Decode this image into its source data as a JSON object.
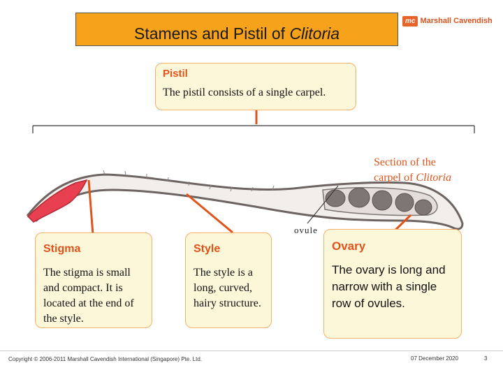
{
  "header": {
    "title_prefix": "Stamens and Pistil of ",
    "title_italic": "Clitoria",
    "logo_mark": "mc",
    "logo_text": "Marshall Cavendish"
  },
  "pistil": {
    "heading": "Pistil",
    "description": "The pistil consists of a single carpel."
  },
  "section_label": {
    "line1": "Section of the",
    "line2_prefix": "carpel of ",
    "line2_italic": "Clitoria"
  },
  "ovule_label": "ovule",
  "stigma": {
    "heading": "Stigma",
    "description": "The stigma is small and compact. It is located at the end of the style."
  },
  "style": {
    "heading": "Style",
    "description": "The style is a long, curved, hairy structure."
  },
  "ovary": {
    "heading": "Ovary",
    "description": "The ovary is long and narrow with a single row of ovules."
  },
  "footer": {
    "copyright": "Copyright © 2006-2011 Marshall Cavendish International (Singapore) Pte. Ltd.",
    "date": "07 December 2020",
    "page": "3"
  },
  "colors": {
    "title_bg": "#f7a21b",
    "accent": "#e0531a",
    "box_bg": "#fdf7da",
    "box_border": "#f4b16a",
    "ovule": "#7d7673",
    "stigma": "#e84050"
  }
}
